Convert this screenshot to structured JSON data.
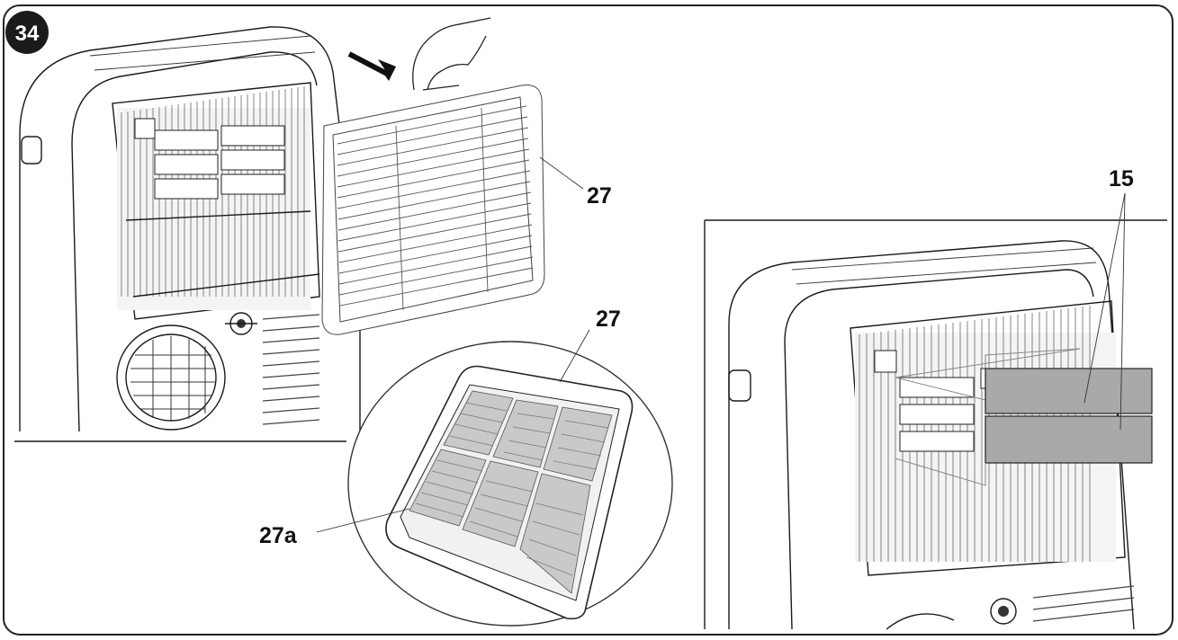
{
  "step": {
    "number": "34"
  },
  "callouts": {
    "grille_top": "27",
    "grille_detail": "27",
    "filter_mesh": "27a",
    "side_filters": "15"
  }
}
